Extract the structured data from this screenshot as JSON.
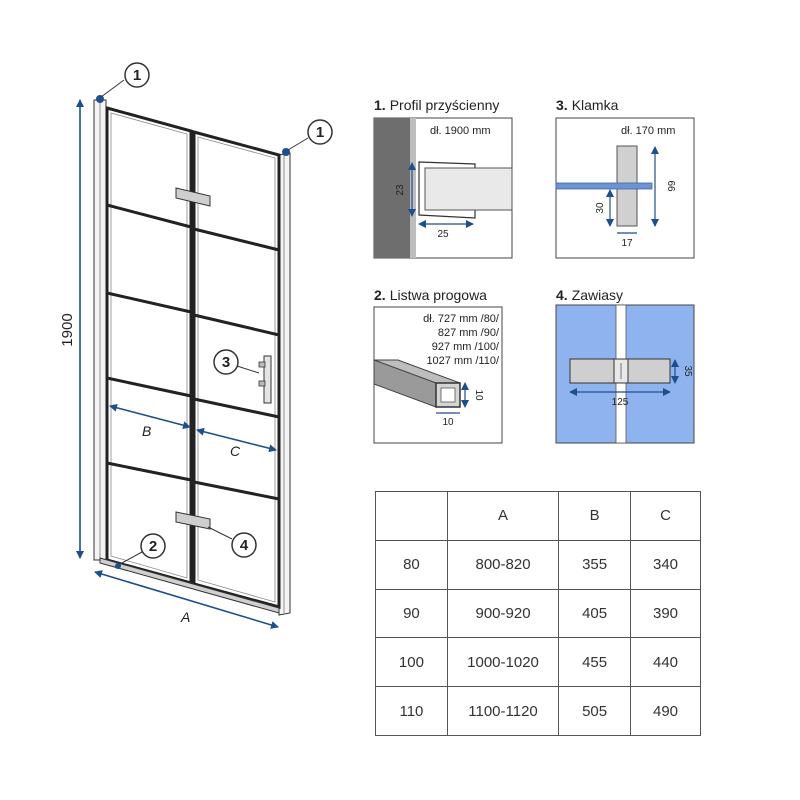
{
  "door": {
    "height_label": "1900",
    "width_label": "A",
    "dim_b": "B",
    "dim_c": "C",
    "callouts": [
      "1",
      "1",
      "2",
      "3",
      "4"
    ]
  },
  "panels": {
    "profile": {
      "title_num": "1.",
      "title": "Profil przyścienny",
      "length": "dł. 1900 mm",
      "dim_h": "23",
      "dim_w": "25"
    },
    "handle": {
      "title_num": "3.",
      "title": "Klamka",
      "length": "dł. 170 mm",
      "dim_h1": "66",
      "dim_h2": "30",
      "dim_w": "17"
    },
    "threshold": {
      "title_num": "2.",
      "title": "Listwa progowa",
      "lengths": [
        "dł. 727 mm /80/",
        "827 mm /90/",
        "927 mm /100/",
        "1027 mm /110/"
      ],
      "dim_h": "10",
      "dim_w": "10"
    },
    "hinges": {
      "title_num": "4.",
      "title": "Zawiasy",
      "dim_h": "35",
      "dim_w": "125"
    }
  },
  "colors": {
    "dimension_line": "#1f4e8c",
    "hinge_bg": "#8fb3ef",
    "wall": "#6e6e6e"
  },
  "table": {
    "headers": [
      "",
      "A",
      "B",
      "C"
    ],
    "rows": [
      [
        "80",
        "800-820",
        "355",
        "340"
      ],
      [
        "90",
        "900-920",
        "405",
        "390"
      ],
      [
        "100",
        "1000-1020",
        "455",
        "440"
      ],
      [
        "110",
        "1100-1120",
        "505",
        "490"
      ]
    ]
  }
}
